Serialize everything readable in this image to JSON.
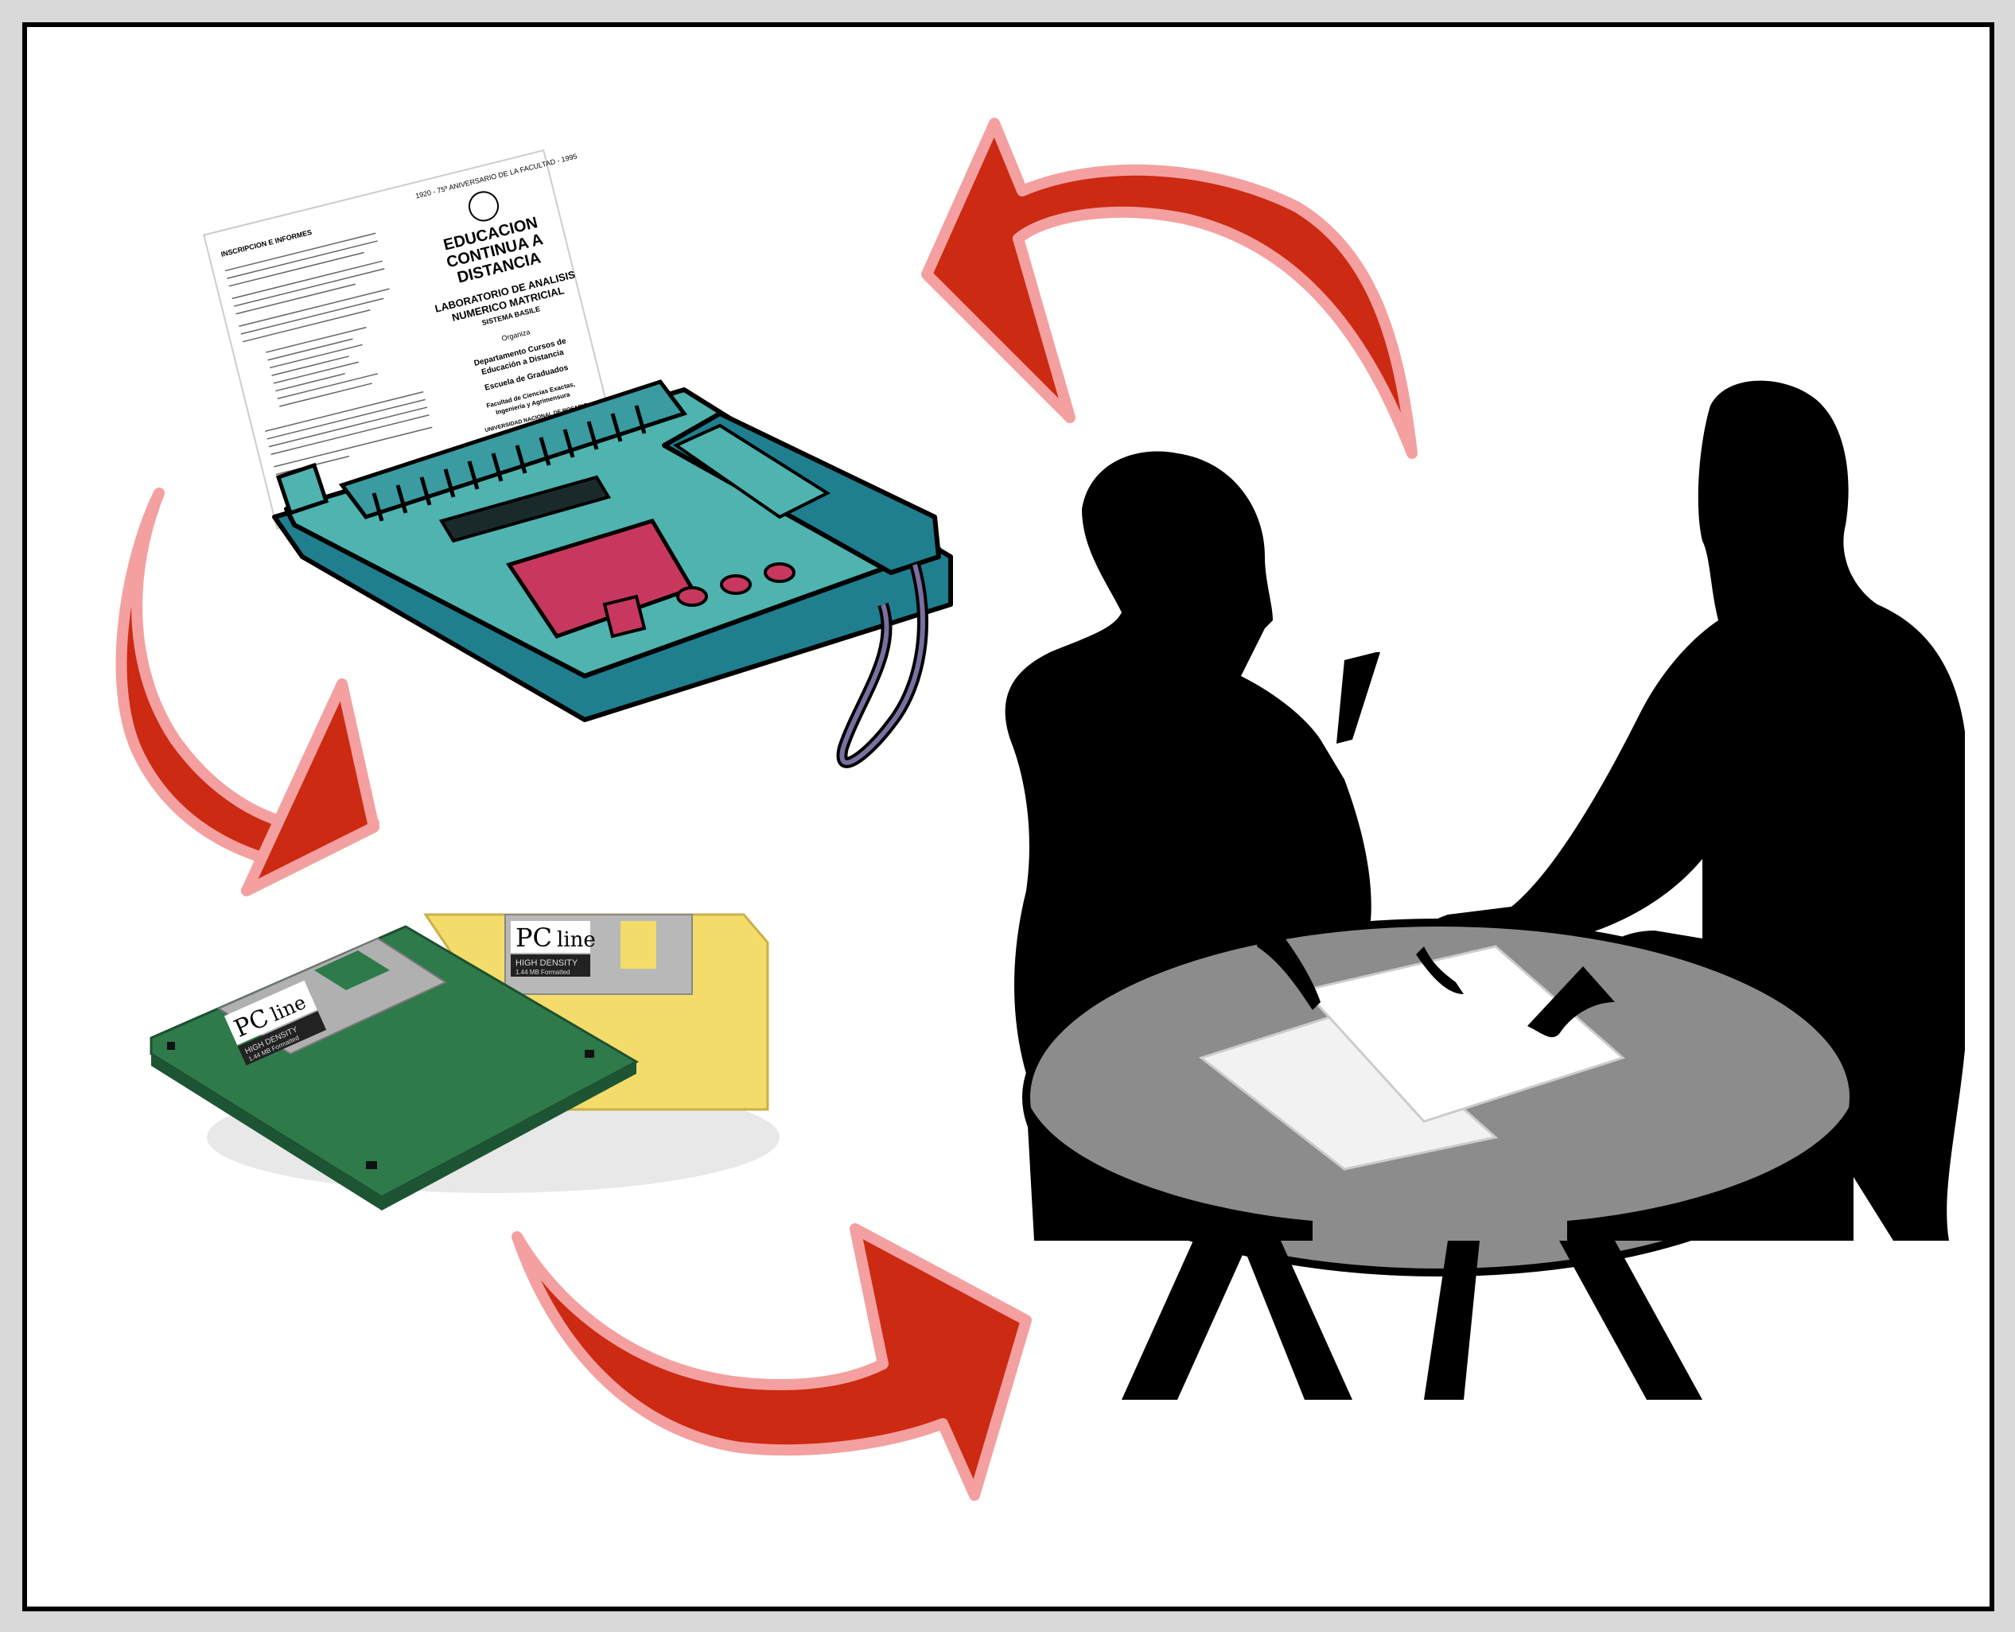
{
  "document": {
    "header": "1920 - 75º ANIVERSARIO DE LA FACULTAD - 1995",
    "title_lines": [
      "EDUCACION",
      "CONTINUA A",
      "DISTANCIA"
    ],
    "subtitle_lines": [
      "LABORATORIO DE ANALISIS",
      "NUMERICO MATRICIAL",
      "SISTEMA BASILE"
    ],
    "organiza": "Organiza",
    "org_lines": [
      "Departamento Cursos de",
      "Educación a Distancia",
      "Escuela de Graduados",
      "Facultad de Ciencias Exactas,",
      "Ingeniería y Agrimensura",
      "UNIVERSIDAD NACIONAL DE ROSARIO"
    ],
    "left_heading": "INSCRIPCION E INFORMES"
  },
  "disks": {
    "brand_pc": "PC",
    "brand_line": "line",
    "density": "HIGH DENSITY",
    "capacity": "1.44 MB Formatted"
  },
  "colors": {
    "arrow_fill": "#cc2a12",
    "arrow_outline": "#f4a0a0",
    "fax_body": "#4fb3b0",
    "fax_dark": "#1f7f8f",
    "fax_button": "#c8385e",
    "disk_green": "#2e7a4a",
    "disk_yellow": "#f4dc6a",
    "table_top": "#8c8c8c",
    "silhouette": "#000000"
  },
  "icons": {
    "fax": "fax-machine-icon",
    "disks": "floppy-disks-icon",
    "meeting": "meeting-silhouette-icon",
    "arrows": "cycle-arrow-icon"
  }
}
